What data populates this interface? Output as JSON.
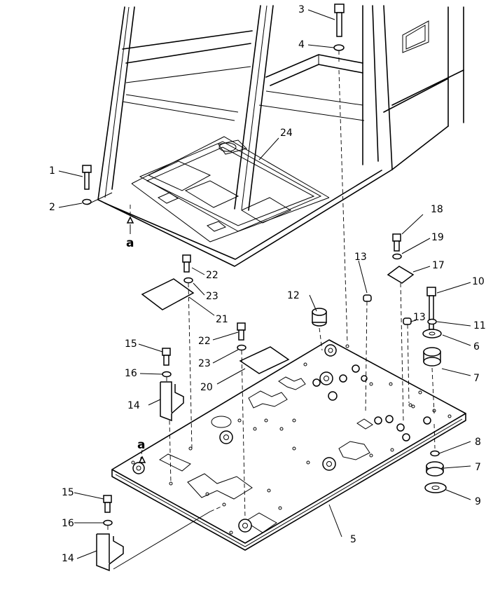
{
  "diagram": {
    "callouts": {
      "c1": "1",
      "c2": "2",
      "c3": "3",
      "c4": "4",
      "c5": "5",
      "c6": "6",
      "c7a": "7",
      "c7b": "7",
      "c8": "8",
      "c9": "9",
      "c10": "10",
      "c11": "11",
      "c12": "12",
      "c13a": "13",
      "c13b": "13",
      "c14a": "14",
      "c14b": "14",
      "c15a": "15",
      "c15b": "15",
      "c16a": "16",
      "c16b": "16",
      "c17": "17",
      "c18": "18",
      "c19": "19",
      "c20": "20",
      "c21": "21",
      "c22a": "22",
      "c22b": "22",
      "c23a": "23",
      "c23b": "23",
      "c24": "24"
    },
    "view_marks": {
      "a_top": "a",
      "a_bottom": "a"
    }
  }
}
